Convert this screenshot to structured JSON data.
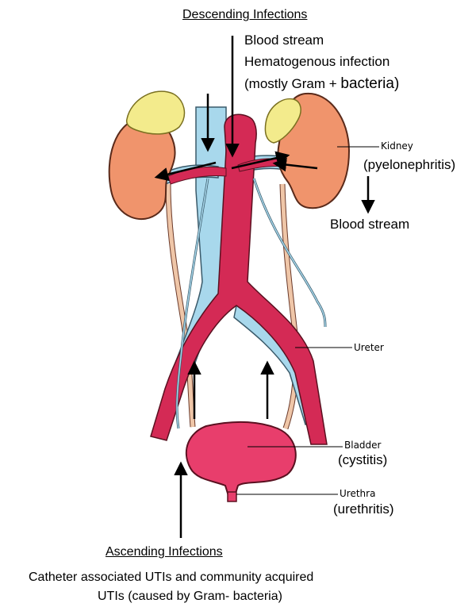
{
  "descending": {
    "title": "Descending Infections",
    "line1": "Blood stream",
    "line2": "Hematogenous infection",
    "line3_prefix": "(mostly Gram + ",
    "line3_big": "bacteria)"
  },
  "labels": {
    "kidney": "Kidney",
    "pyelonephritis": "(pyelonephritis)",
    "blood_stream": "Blood stream",
    "ureter": "Ureter",
    "bladder": "Bladder",
    "cystitis": "(cystitis)",
    "urethra": "Urethra",
    "urethritis": "(urethritis)"
  },
  "ascending": {
    "title": "Ascending Infections",
    "line1": "Catheter associated UTIs and community acquired",
    "line2": "UTIs (caused by Gram- bacteria)"
  },
  "colors": {
    "artery": "#d42a55",
    "vein": "#a8d8ec",
    "kidney": "#f0946c",
    "adrenal": "#f3eb8c",
    "bladder": "#e83e6c",
    "ureter": "#efc6a8"
  }
}
